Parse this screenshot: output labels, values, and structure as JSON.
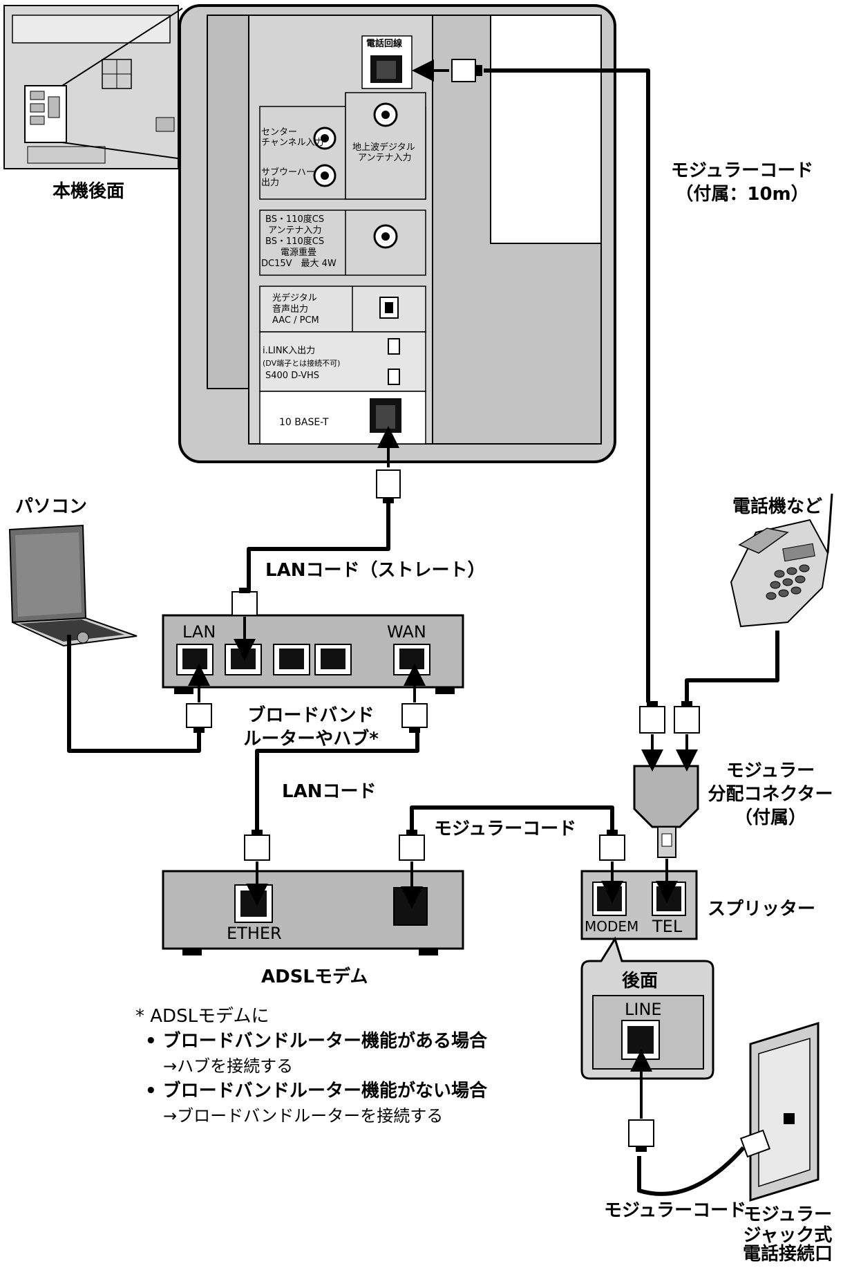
{
  "labels": {
    "tv_rear": "本機後面",
    "pc": "パソコン",
    "phone": "電話機など",
    "modular_cord_top": "モジュラーコード",
    "modular_cord_top_sub": "（付属：10m）",
    "lan_straight": "LANコード（ストレート）",
    "router_line1": "ブロードバンド",
    "router_line2": "ルーターやハブ*",
    "lan_cord": "LANコード",
    "modular_cord_mid": "モジュラーコード",
    "adsl_modem": "ADSLモデム",
    "splitter_conn_1": "モジュラー",
    "splitter_conn_2": "分配コネクター",
    "splitter_conn_3": "（付属）",
    "splitter": "スプリッター",
    "rear_face": "後面",
    "modular_cord_bottom": "モジュラーコード",
    "jack_1": "モジュラー",
    "jack_2": "ジャック式",
    "jack_3": "電話接続口"
  },
  "panel": {
    "phone_line": "電話回線",
    "center_1": "センター",
    "center_2": "チャンネル入力",
    "sub_1": "サブウーハー",
    "sub_2": "出力",
    "terrestrial_1": "地上波デジタル",
    "terrestrial_2": "アンテナ入力",
    "bs_1": "BS・110度CS",
    "bs_2": "アンテナ入力",
    "bs_3": "BS・110度CS",
    "bs_4": "電源重畳",
    "bs_5": "DC15V　最大 4W",
    "optical_1": "光デジタル",
    "optical_2": "音声出力",
    "optical_3": "AAC / PCM",
    "ilink_1": "i.LINK入出力",
    "ilink_2": "(DV端子とは接続不可)",
    "ilink_3": "S400 D-VHS",
    "base_t": "10 BASE-T"
  },
  "ports": {
    "lan": "LAN",
    "wan": "WAN",
    "ether": "ETHER",
    "modem": "MODEM",
    "tel": "TEL",
    "line": "LINE"
  },
  "footnote": {
    "line1": "* ADSLモデムに",
    "line2": "• ブロードバンドルーター機能がある場合",
    "line3": "→ハブを接続する",
    "line4": "• ブロードバンドルーター機能がない場合",
    "line5": "→ブロードバンドルーターを接続する"
  },
  "colors": {
    "device_gray": "#b9b9b9",
    "panel_gray": "#c8c8c8",
    "inner_gray": "#d6d6d6",
    "light_gray": "#e6e6e6",
    "cable": "#000000"
  }
}
